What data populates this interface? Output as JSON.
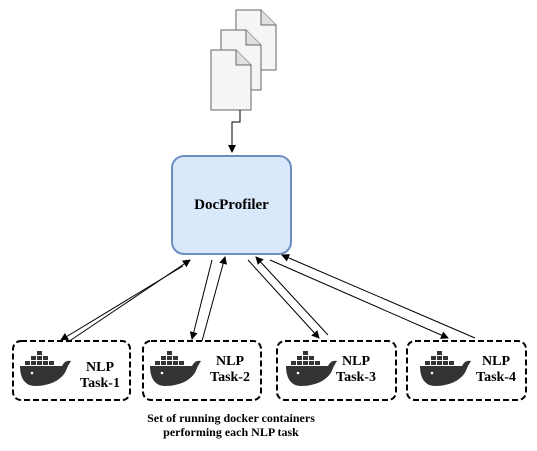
{
  "center": {
    "label": "DocProfiler"
  },
  "tasks": [
    {
      "line1": "NLP",
      "line2": "Task-1",
      "icon": "docker-whale-icon"
    },
    {
      "line1": "NLP",
      "line2": "Task-2",
      "icon": "docker-whale-icon"
    },
    {
      "line1": "NLP",
      "line2": "Task-3",
      "icon": "docker-whale-icon"
    },
    {
      "line1": "NLP",
      "line2": "Task-4",
      "icon": "docker-whale-icon"
    }
  ],
  "caption": {
    "line1": "Set of running docker containers",
    "line2": "performing each NLP task"
  },
  "colors": {
    "center_fill": "#dae8fc",
    "center_stroke": "#6c8ebf",
    "document_fill": "#f5f5f5",
    "document_stroke": "#666666",
    "whale": "#333333"
  }
}
